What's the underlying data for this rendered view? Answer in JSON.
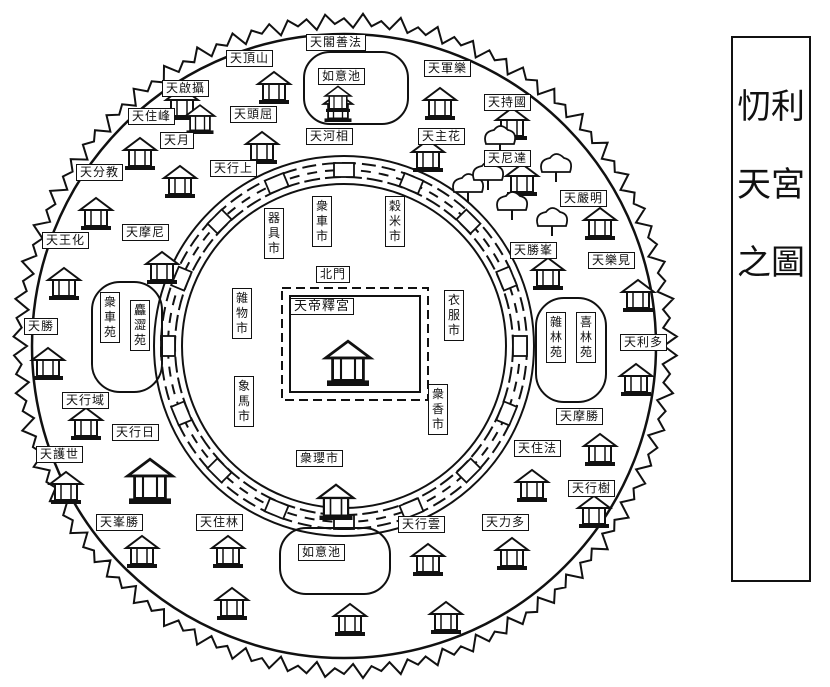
{
  "title": "忉利天宮之圖",
  "center": {
    "hall_label": "天帝釋宮",
    "gate_label": "北門"
  },
  "markets": [
    "衆車市",
    "穀米市",
    "衣服市",
    "雜物市",
    "象馬市",
    "衆香市",
    "衆瓔市",
    "器具市"
  ],
  "gardens": [
    "衆車苑",
    "麤澀苑",
    "雜林苑",
    "喜林苑"
  ],
  "ponds": [
    "如意池",
    "如意池"
  ],
  "palaces": [
    "天頂山",
    "天閣善法",
    "天軍樂",
    "天啟攝",
    "天持國",
    "天住峰",
    "天頭屈",
    "天河相",
    "天主花",
    "天尼達",
    "天月",
    "天行上",
    "天嚴明",
    "天分教",
    "天摩尼",
    "天王化",
    "天勝峯",
    "天樂見",
    "天勝",
    "天利多",
    "天行域",
    "天摩勝",
    "天行日",
    "天護世",
    "天住法",
    "天行樹",
    "天峯勝",
    "天住林",
    "天行雲",
    "天力多"
  ]
}
